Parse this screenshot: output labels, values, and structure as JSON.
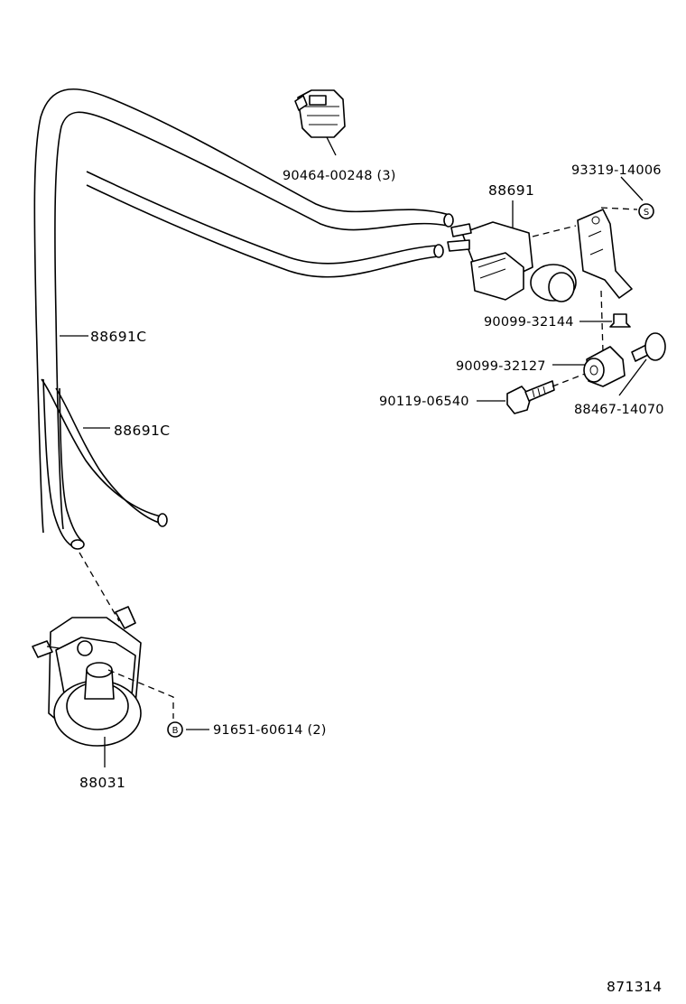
{
  "diagram": {
    "part_labels": {
      "connector": "90464-00248 (3)",
      "vsv": "88691",
      "bracket_screw": "93319-14006",
      "clip": "90099-32144",
      "cushion": "90099-32127",
      "bolt": "90119-06540",
      "collar": "88467-14070",
      "hose_upper": "88691C",
      "hose_lower": "88691C",
      "bolt_b": "91651-60614 (2)",
      "actuator": "88031"
    },
    "badges": {
      "s": "S",
      "b": "B"
    },
    "figure_number": "871314"
  }
}
